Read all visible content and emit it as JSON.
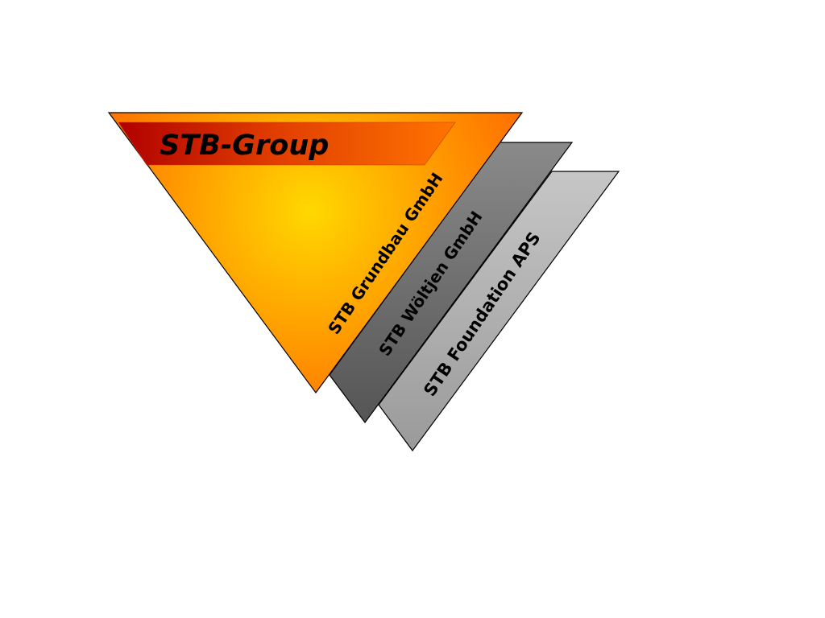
{
  "diagram": {
    "title": "STB-Group",
    "colors": {
      "main_center": "#ffd400",
      "main_edge": "#ff6a00",
      "banner_left": "#b00000",
      "banner_right": "#ff7000",
      "band_dark_top": "#888888",
      "band_dark_bottom": "#555555",
      "band_light_top": "#c4c4c4",
      "band_light_bottom": "#9a9a9a",
      "stroke": "#000000"
    },
    "subsidiaries": [
      {
        "label": "STB Grundbau GmbH"
      },
      {
        "label": "STB Wöltjen GmbH"
      },
      {
        "label": "STB Foundation APS"
      }
    ]
  }
}
